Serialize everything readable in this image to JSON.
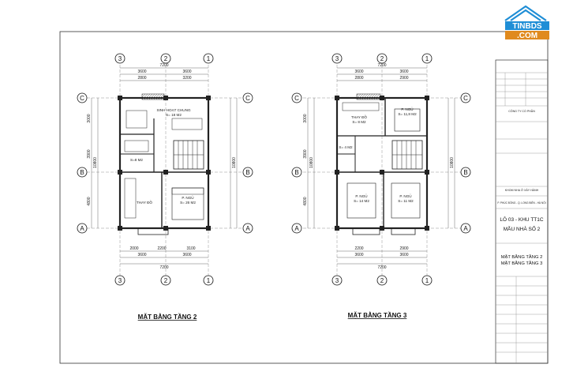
{
  "logo": {
    "line1": "TINBDS",
    "line2": ".COM",
    "brand_color": "#1f8ed6",
    "sub_color": "#e08a1e"
  },
  "floor2": {
    "caption": "MẶT BẰNG TẦNG 2",
    "axes_top": [
      "3",
      "2",
      "1"
    ],
    "axes_bottom": [
      "3",
      "2",
      "1"
    ],
    "axes_side": [
      "C",
      "B",
      "A"
    ],
    "dim_top_total": "7200",
    "dim_top_parts": [
      "3600",
      "3600"
    ],
    "dim_top_sub": [
      "2800",
      "3200"
    ],
    "dim_bottom_sub": [
      "2000",
      "2200",
      "3100"
    ],
    "dim_bottom_parts": [
      "3600",
      "3600"
    ],
    "dim_bottom_total": "7200",
    "dim_left": [
      "3000",
      "3900",
      "4800"
    ],
    "dim_left_total": "10800",
    "rooms": [
      {
        "name": "SINH HOẠT CHUNG",
        "area": "S= 18 M2"
      },
      {
        "name": "S=8 M2",
        "area": ""
      },
      {
        "name": "P. NGỦ",
        "area": "S= 26 M2"
      },
      {
        "name": "THAY ĐỒ",
        "area": ""
      }
    ]
  },
  "floor3": {
    "caption": "MẶT BẰNG TẦNG 3",
    "axes_top": [
      "3",
      "2",
      "1"
    ],
    "axes_bottom": [
      "3",
      "2",
      "1"
    ],
    "axes_side": [
      "C",
      "B",
      "A"
    ],
    "dim_top_total": "7200",
    "dim_top_parts": [
      "3600",
      "3600"
    ],
    "dim_top_sub": [
      "2800",
      "2900"
    ],
    "dim_bottom_sub": [
      "2200",
      "2900"
    ],
    "dim_bottom_parts": [
      "3600",
      "3600"
    ],
    "dim_bottom_total": "7200",
    "dim_left": [
      "3000",
      "3900",
      "4800"
    ],
    "dim_left_total": "10800",
    "rooms": [
      {
        "name": "THAY ĐỒ",
        "area": "S= 8 M2"
      },
      {
        "name": "P. NGỦ",
        "area": "S= 11,8 M2"
      },
      {
        "name": "S= 4 M2",
        "area": ""
      },
      {
        "name": "P. NGỦ",
        "area": "S= 14 M2"
      },
      {
        "name": "P. NGỦ",
        "area": "S= 11 M2"
      }
    ]
  },
  "title_block": {
    "company": "CÔNG TY CỔ PHẦN",
    "project_label": "KHOM NHA Ở XÂY HÀNH",
    "location": "P. PHÚC ĐỒNG - Q. LONG BIÊN - HÀ NỘI",
    "lot": "LÔ 03 - KHU TT1C",
    "model": "MẪU NHÀ SỐ 2",
    "sheet_title_1": "MẶT BẰNG TẦNG 2",
    "sheet_title_2": "MẶT BẰNG TẦNG 3"
  }
}
